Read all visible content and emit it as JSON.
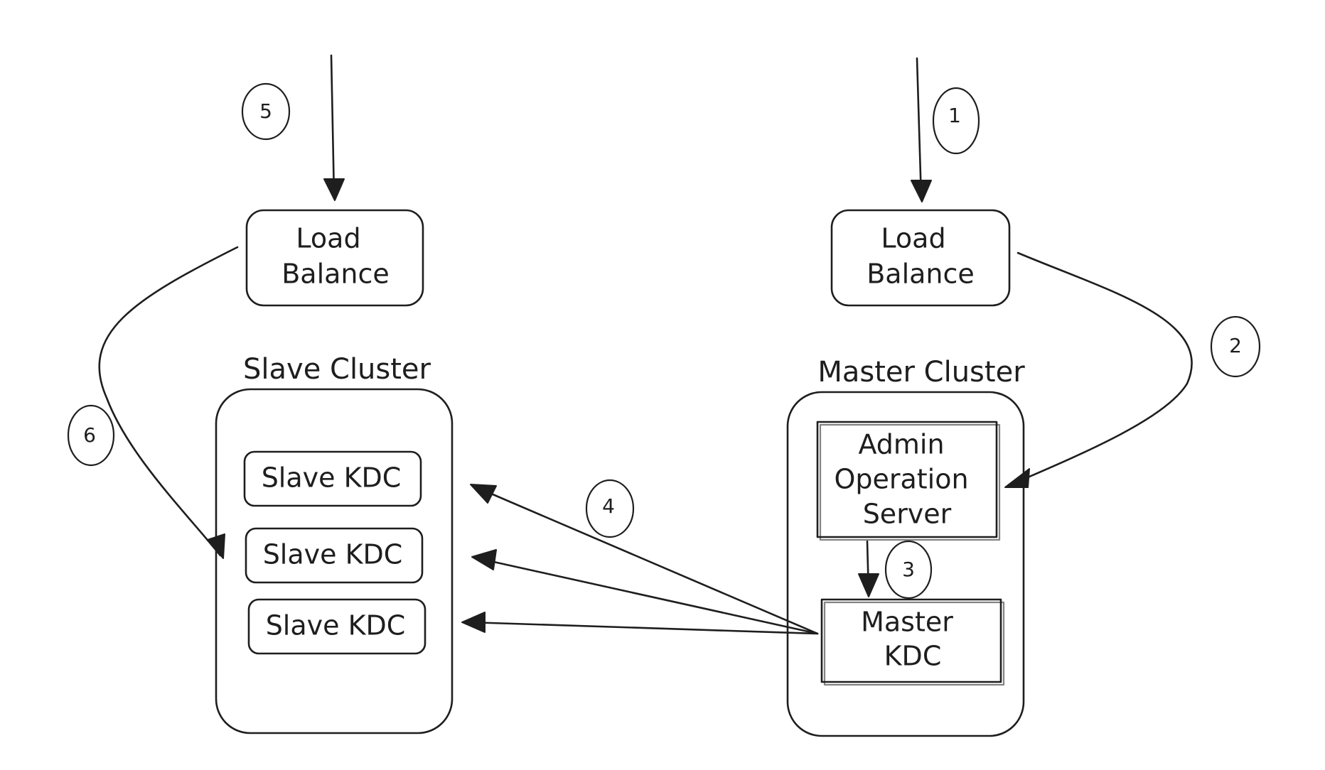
{
  "diagram": {
    "left": {
      "load_balance_line1": "Load",
      "load_balance_line2": "Balance",
      "cluster_title": "Slave Cluster",
      "kdc_1": "Slave KDC",
      "kdc_2": "Slave KDC",
      "kdc_3": "Slave KDC"
    },
    "right": {
      "load_balance_line1": "Load",
      "load_balance_line2": "Balance",
      "cluster_title": "Master Cluster",
      "admin_line1": "Admin",
      "admin_line2": "Operation",
      "admin_line3": "Server",
      "master_kdc_line1": "Master",
      "master_kdc_line2": "KDC"
    },
    "steps": {
      "s1": "1",
      "s2": "2",
      "s3": "3",
      "s4": "4",
      "s5": "5",
      "s6": "6"
    },
    "colors": {
      "stroke": "#1e1e1e",
      "background": "#ffffff"
    }
  }
}
